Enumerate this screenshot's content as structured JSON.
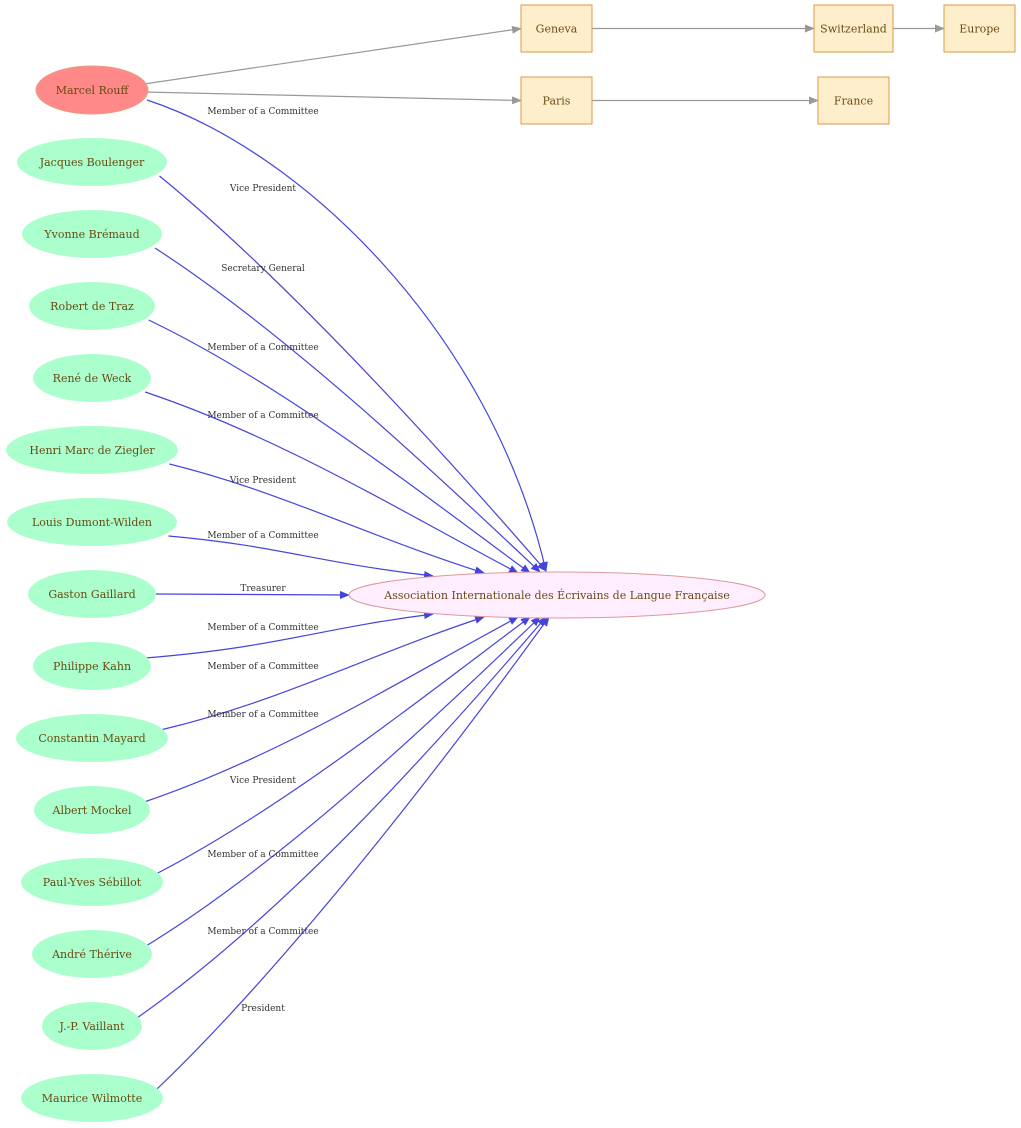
{
  "colors": {
    "person_fill": "#aaffcc",
    "highlight_fill": "#ff8888",
    "organization_fill": "#ffeeff",
    "organization_stroke": "#dd9999",
    "place_fill": "#ffeecc",
    "place_stroke": "#dd9944",
    "role_edge": "#4444dd",
    "location_edge": "#999999",
    "node_text": "#6b4a12"
  },
  "organization": {
    "label": "Association Internationale des Écrivains de Langue Française"
  },
  "highlight_person": {
    "label": "Marcel Rouff",
    "role": "Member of a Committee"
  },
  "people": [
    {
      "label": "Jacques Boulenger",
      "role": "Vice President"
    },
    {
      "label": "Yvonne Brémaud",
      "role": "Secretary General"
    },
    {
      "label": "Robert de Traz",
      "role": "Member of a Committee"
    },
    {
      "label": "René de Weck",
      "role": "Member of a Committee"
    },
    {
      "label": "Henri Marc de Ziegler",
      "role": "Vice President"
    },
    {
      "label": "Louis Dumont-Wilden",
      "role": "Member of a Committee"
    },
    {
      "label": "Gaston Gaillard",
      "role": "Treasurer"
    },
    {
      "label": "Philippe Kahn",
      "role": "Member of a Committee"
    },
    {
      "label": "Constantin Mayard",
      "role": "Member of a Committee"
    },
    {
      "label": "Albert Mockel",
      "role": "Member of a Committee"
    },
    {
      "label": "Paul-Yves Sébillot",
      "role": "Vice President"
    },
    {
      "label": "André Thérive",
      "role": "Member of a Committee"
    },
    {
      "label": "J.-P. Vaillant",
      "role": "Member of a Committee"
    },
    {
      "label": "Maurice Wilmotte",
      "role": "President"
    }
  ],
  "places": [
    {
      "id": "geneva",
      "label": "Geneva"
    },
    {
      "id": "switzerland",
      "label": "Switzerland"
    },
    {
      "id": "europe",
      "label": "Europe"
    },
    {
      "id": "paris",
      "label": "Paris"
    },
    {
      "id": "france",
      "label": "France"
    }
  ],
  "location_links": [
    {
      "from": "highlight",
      "to": "geneva"
    },
    {
      "from": "highlight",
      "to": "paris"
    },
    {
      "from": "geneva",
      "to": "switzerland"
    },
    {
      "from": "switzerland",
      "to": "europe"
    },
    {
      "from": "paris",
      "to": "france"
    }
  ]
}
